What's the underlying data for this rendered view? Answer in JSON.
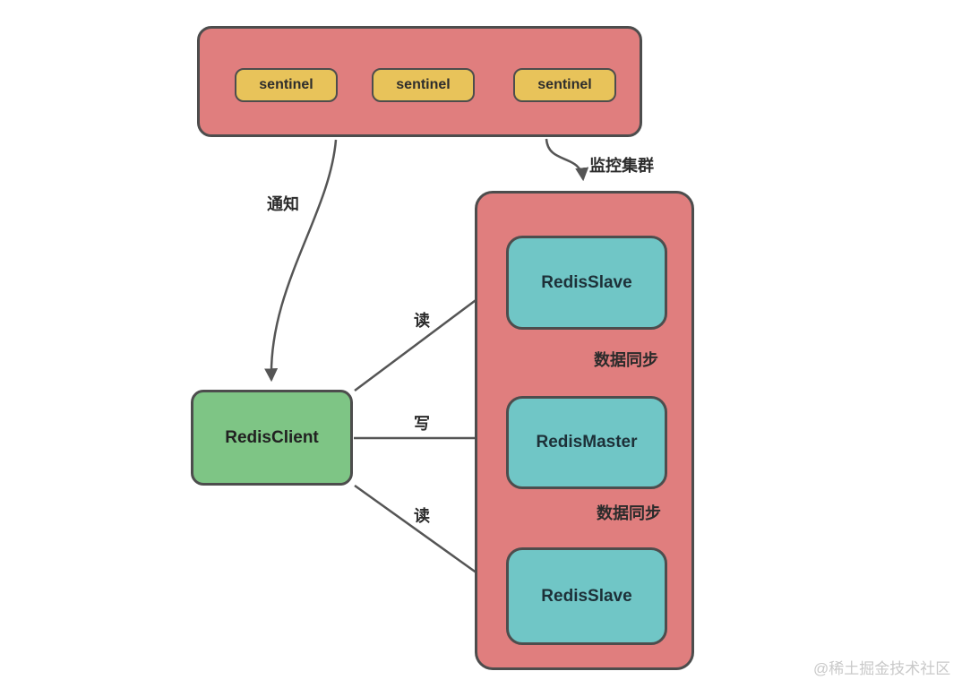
{
  "diagram": {
    "sentinel_group": {
      "sentinels": [
        {
          "label": "sentinel"
        },
        {
          "label": "sentinel"
        },
        {
          "label": "sentinel"
        }
      ]
    },
    "client": {
      "label": "RedisClient"
    },
    "cluster": {
      "nodes": [
        {
          "label": "RedisSlave"
        },
        {
          "label": "RedisMaster"
        },
        {
          "label": "RedisSlave"
        }
      ]
    },
    "edges": [
      {
        "name": "notify",
        "label": "通知"
      },
      {
        "name": "monitor-cluster",
        "label": "监控集群"
      },
      {
        "name": "read-upper",
        "label": "读"
      },
      {
        "name": "write",
        "label": "写"
      },
      {
        "name": "read-lower",
        "label": "读"
      },
      {
        "name": "sync-master-to-upper-slave",
        "label": "数据同步"
      },
      {
        "name": "sync-master-to-lower-slave",
        "label": "数据同步"
      }
    ],
    "watermark": "@稀土掘金技术社区",
    "colors": {
      "container_fill": "#e07e7e",
      "sentinel_fill": "#e8c35a",
      "node_fill": "#70c6c6",
      "client_fill": "#7ec585",
      "border": "#4d4d4d",
      "arrow": "#555555",
      "label_text": "#2b2b2b",
      "watermark_text": "#c9c9c9"
    }
  }
}
